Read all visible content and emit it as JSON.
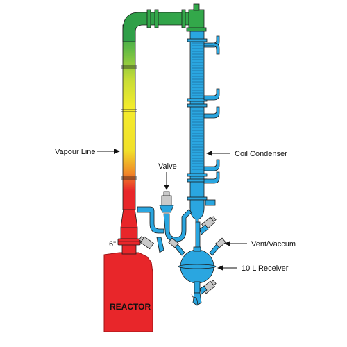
{
  "diagram": {
    "labels": {
      "vapour_line": "Vapour Line",
      "coil_condenser": "Coil Condenser",
      "valve": "Valve",
      "size": "6\"",
      "vent_vaccum": "Vent/Vaccum",
      "receiver": "10 L Receiver",
      "reactor": "REACTOR"
    },
    "colors": {
      "reactor_red": "#e8262a",
      "vapour_yellow": "#f4ec2c",
      "vapour_green": "#33a84a",
      "condenser_blue": "#2aa6e0",
      "outline": "#1a1a1a",
      "valve_grey": "#c9c9c9"
    }
  }
}
